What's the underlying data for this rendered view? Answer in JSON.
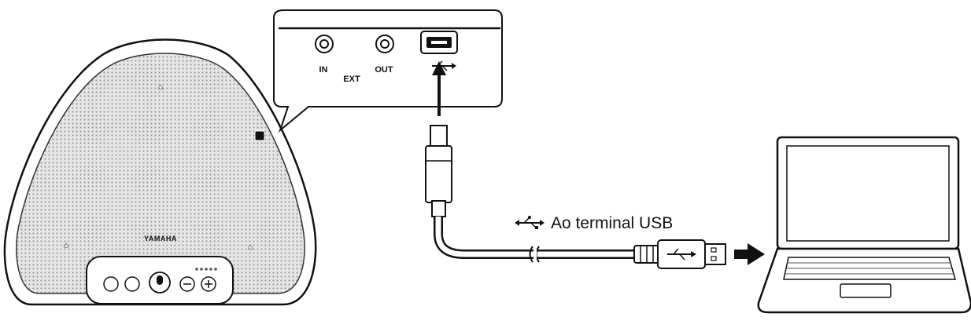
{
  "device": {
    "brand": "YAMAHA"
  },
  "panel": {
    "ports": {
      "in_label": "IN",
      "out_label": "OUT",
      "ext_label": "EXT"
    }
  },
  "cable": {
    "caption": "Ao terminal USB",
    "usb_icon": "usb-icon"
  },
  "computer": {
    "type": "laptop-icon"
  }
}
